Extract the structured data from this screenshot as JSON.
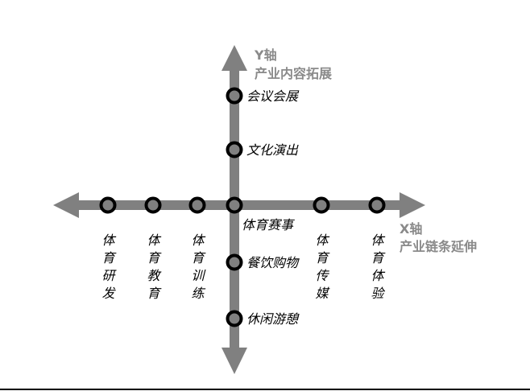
{
  "colors": {
    "axis": "#808080",
    "node_ring": "#000000",
    "node_fill": "#808080",
    "axis_title": "#8a8a8a",
    "label": "#000000"
  },
  "y_axis": {
    "title_line1": "Y轴",
    "title_line2": "产业内容拓展",
    "nodes": [
      {
        "label": "会议会展"
      },
      {
        "label": "文化演出"
      },
      {
        "label": "餐饮购物"
      },
      {
        "label": "休闲游憩"
      }
    ]
  },
  "x_axis": {
    "title_line1": "X轴",
    "title_line2": "产业链条延伸",
    "nodes": [
      {
        "label": "体育研发"
      },
      {
        "label": "体育教育"
      },
      {
        "label": "体育训练"
      },
      {
        "label": "体育传媒"
      },
      {
        "label": "体育体验"
      }
    ]
  },
  "center": {
    "label": "体育赛事"
  }
}
